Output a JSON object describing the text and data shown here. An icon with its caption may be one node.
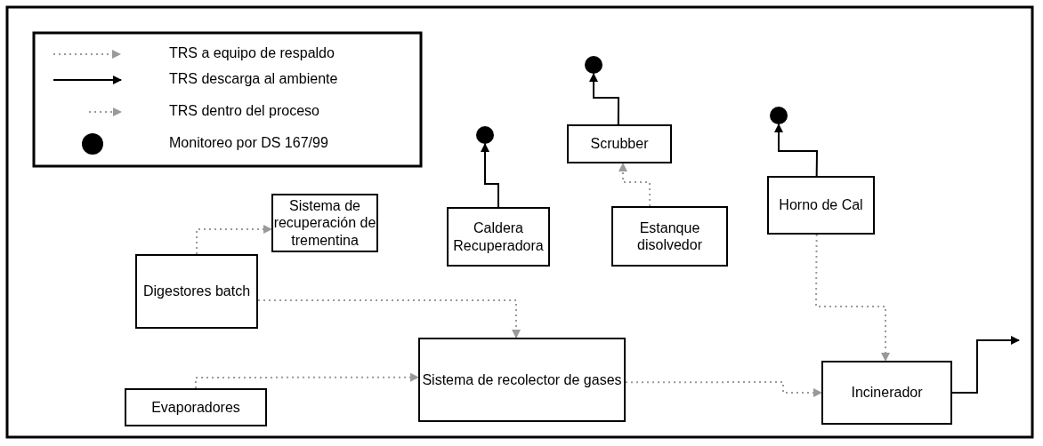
{
  "diagram": {
    "nodes": [
      {
        "text": [
          "Sistema de recuperación de trementina"
        ]
      },
      {
        "text": [
          "Caldera Recuperadora"
        ]
      },
      {
        "text": [
          "Scrubber"
        ]
      },
      {
        "text": [
          "Estanque disolvedor"
        ]
      },
      {
        "text": [
          "Horno de Cal"
        ]
      },
      {
        "text": [
          "Digestores batch"
        ]
      },
      {
        "text": [
          "Sistema de recolector de gases"
        ]
      },
      {
        "text": [
          "Incinerador"
        ]
      },
      {
        "text": [
          "Evaporadores"
        ]
      },
      {
        "text": [],
        "shape": "circle"
      },
      {
        "text": [],
        "shape": "circle"
      },
      {
        "text": [],
        "shape": "circle"
      }
    ],
    "edges": [
      {
        "from": 1,
        "to": 9,
        "arrow": "to",
        "color": "#000000"
      },
      {
        "from": 2,
        "to": 10,
        "arrow": "to",
        "color": "#000000"
      },
      {
        "from": 4,
        "to": 11,
        "arrow": "to",
        "color": "#000000"
      },
      {
        "from": 7,
        "to": null,
        "arrow": "to",
        "color": "#000000"
      },
      {
        "from": 5,
        "to": 0,
        "arrow": "to",
        "style": "dashed",
        "color": "#9a9a9a"
      },
      {
        "from": 5,
        "to": 6,
        "arrow": "to",
        "style": "dashed",
        "color": "#9a9a9a"
      },
      {
        "from": 8,
        "to": 6,
        "arrow": "to",
        "style": "dashed",
        "color": "#9a9a9a"
      },
      {
        "from": 3,
        "to": 2,
        "arrow": "to",
        "style": "dashed",
        "color": "#9a9a9a"
      },
      {
        "from": 4,
        "to": 7,
        "arrow": "to",
        "style": "dashed",
        "color": "#9a9a9a"
      },
      {
        "from": 6,
        "to": 7,
        "arrow": "to",
        "style": "dashed",
        "color": "#9a9a9a"
      }
    ],
    "legend": [
      {
        "text": "TRS a equipo de respaldo"
      },
      {
        "text": "TRS descarga al ambiente"
      },
      {
        "text": "TRS dentro del proceso"
      },
      {
        "text": "Monitoreo por DS 167/99"
      }
    ]
  }
}
